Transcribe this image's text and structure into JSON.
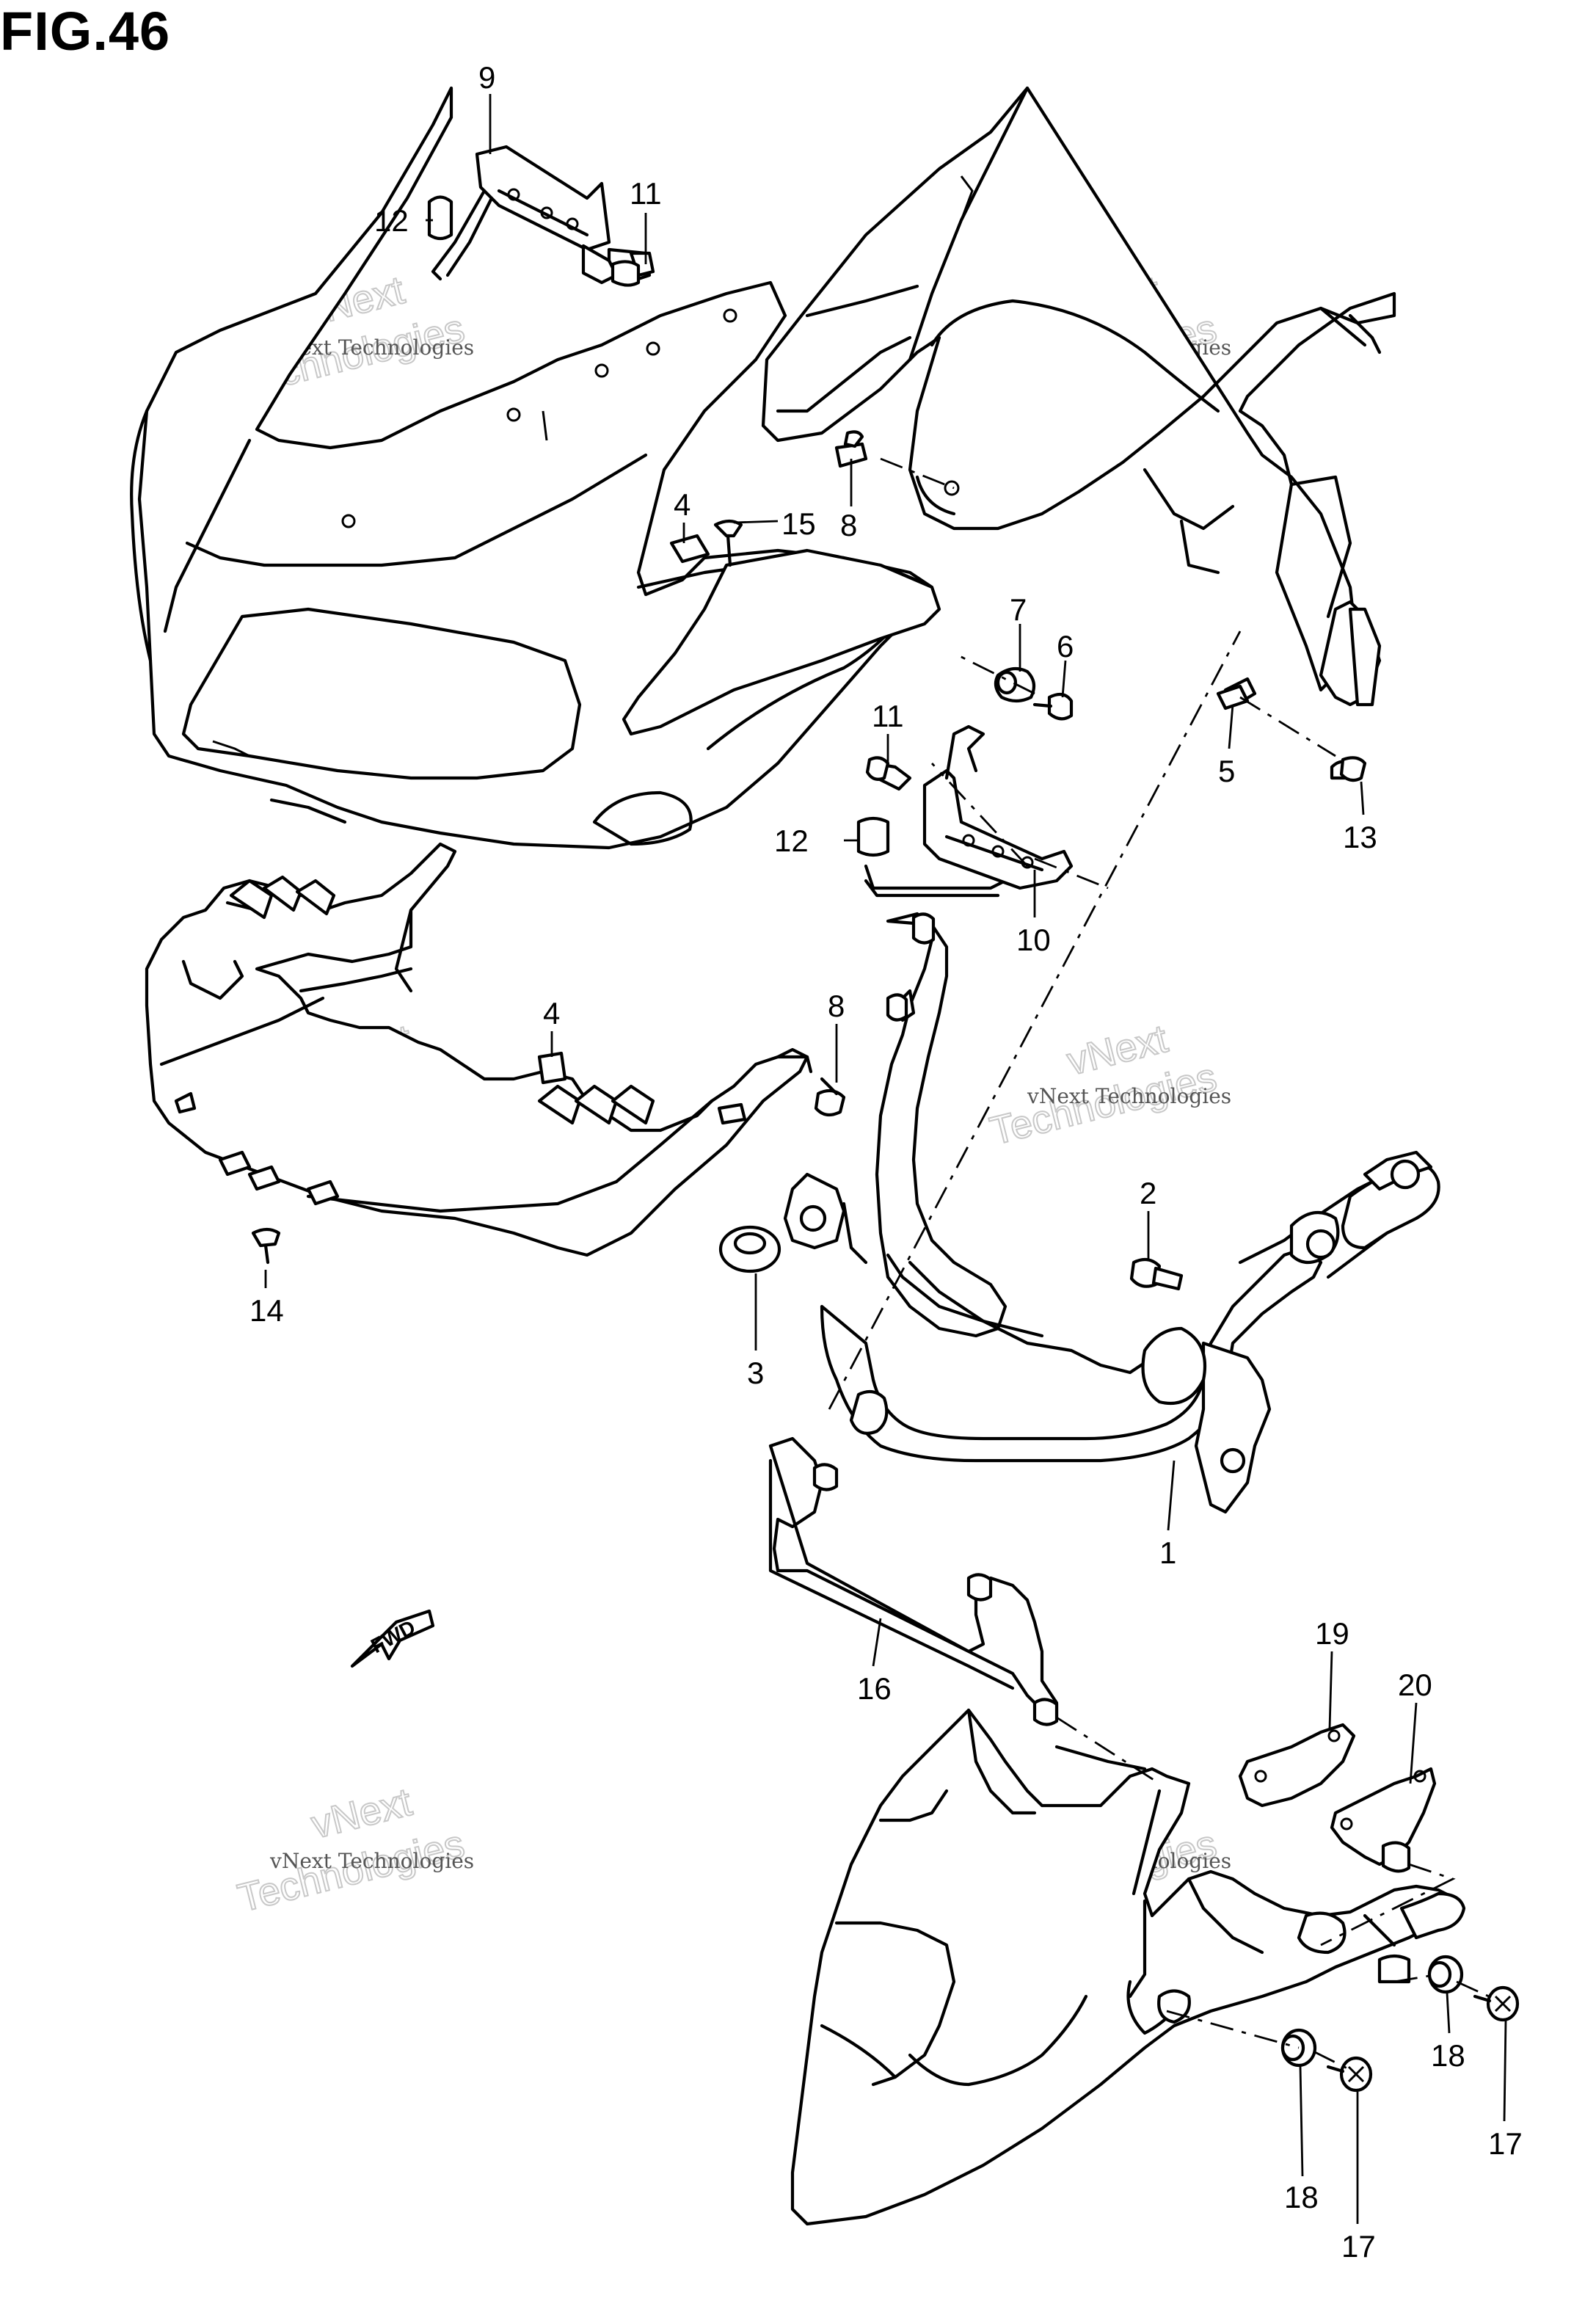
{
  "figure": {
    "title": "FIG.46"
  },
  "watermark": {
    "line1": "vNext Technologies",
    "line2": "vNext",
    "line3": "Technologies"
  },
  "direction_marker": {
    "label": "FWD",
    "icon": "fwd-arrow-icon"
  },
  "callouts": [
    {
      "id": "c9",
      "label": "9"
    },
    {
      "id": "c11a",
      "label": "11"
    },
    {
      "id": "c12a",
      "label": "12"
    },
    {
      "id": "c4a",
      "label": "4"
    },
    {
      "id": "c15",
      "label": "15"
    },
    {
      "id": "c8a",
      "label": "8"
    },
    {
      "id": "c7",
      "label": "7"
    },
    {
      "id": "c6",
      "label": "6"
    },
    {
      "id": "c5",
      "label": "5"
    },
    {
      "id": "c13",
      "label": "13"
    },
    {
      "id": "c11b",
      "label": "11"
    },
    {
      "id": "c12b",
      "label": "12"
    },
    {
      "id": "c10",
      "label": "10"
    },
    {
      "id": "c4b",
      "label": "4"
    },
    {
      "id": "c8b",
      "label": "8"
    },
    {
      "id": "c14",
      "label": "14"
    },
    {
      "id": "c2",
      "label": "2"
    },
    {
      "id": "c3",
      "label": "3"
    },
    {
      "id": "c1",
      "label": "1"
    },
    {
      "id": "c16",
      "label": "16"
    },
    {
      "id": "c19",
      "label": "19"
    },
    {
      "id": "c20",
      "label": "20"
    },
    {
      "id": "c18a",
      "label": "18"
    },
    {
      "id": "c17a",
      "label": "17"
    },
    {
      "id": "c18b",
      "label": "18"
    },
    {
      "id": "c17b",
      "label": "17"
    }
  ]
}
